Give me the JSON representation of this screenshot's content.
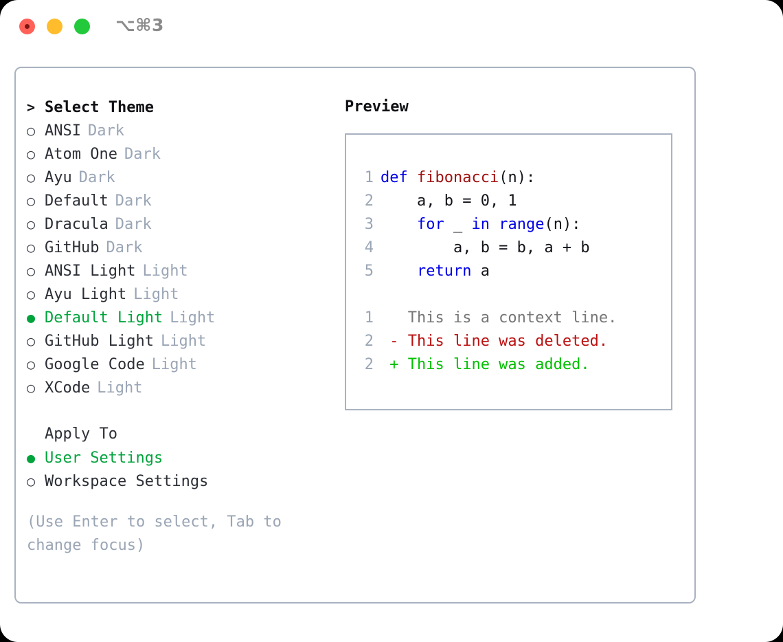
{
  "titlebar": {
    "shortcut": "⌥⌘3",
    "buttons": [
      "close",
      "minimize",
      "zoom"
    ]
  },
  "theme_picker": {
    "header_marker": ">",
    "header_label": "Select Theme",
    "marker_unselected": "○",
    "marker_selected": "●",
    "items": [
      {
        "label": "ANSI",
        "tag": "Dark",
        "selected": false
      },
      {
        "label": "Atom One",
        "tag": "Dark",
        "selected": false
      },
      {
        "label": "Ayu",
        "tag": "Dark",
        "selected": false
      },
      {
        "label": "Default",
        "tag": "Dark",
        "selected": false
      },
      {
        "label": "Dracula",
        "tag": "Dark",
        "selected": false
      },
      {
        "label": "GitHub",
        "tag": "Dark",
        "selected": false
      },
      {
        "label": "ANSI Light",
        "tag": "Light",
        "selected": false
      },
      {
        "label": "Ayu Light",
        "tag": "Light",
        "selected": false
      },
      {
        "label": "Default Light",
        "tag": "Light",
        "selected": true
      },
      {
        "label": "GitHub Light",
        "tag": "Light",
        "selected": false
      },
      {
        "label": "Google Code",
        "tag": "Light",
        "selected": false
      },
      {
        "label": "XCode",
        "tag": "Light",
        "selected": false
      }
    ]
  },
  "apply_to": {
    "title": "Apply To",
    "options": [
      {
        "label": "User Settings",
        "selected": true
      },
      {
        "label": "Workspace Settings",
        "selected": false
      }
    ]
  },
  "hint": "(Use Enter to select, Tab to change focus)",
  "preview": {
    "title": "Preview",
    "code": [
      {
        "num": "1",
        "tokens": [
          {
            "t": "def ",
            "c": "kw"
          },
          {
            "t": "fibonacci",
            "c": "fn"
          },
          {
            "t": "(n):",
            "c": "plain"
          }
        ]
      },
      {
        "num": "2",
        "tokens": [
          {
            "t": "    a, b = 0, 1",
            "c": "plain"
          }
        ]
      },
      {
        "num": "3",
        "tokens": [
          {
            "t": "    ",
            "c": "plain"
          },
          {
            "t": "for",
            "c": "kw"
          },
          {
            "t": " _ ",
            "c": "plain"
          },
          {
            "t": "in",
            "c": "kw"
          },
          {
            "t": " ",
            "c": "plain"
          },
          {
            "t": "range",
            "c": "kw"
          },
          {
            "t": "(n):",
            "c": "plain"
          }
        ]
      },
      {
        "num": "4",
        "tokens": [
          {
            "t": "        a, b = b, a + b",
            "c": "plain"
          }
        ]
      },
      {
        "num": "5",
        "tokens": [
          {
            "t": "    ",
            "c": "plain"
          },
          {
            "t": "return",
            "c": "kw"
          },
          {
            "t": " a",
            "c": "plain"
          }
        ]
      }
    ],
    "diff": [
      {
        "num": "1",
        "sign": " ",
        "text": "This is a context line.",
        "kind": "ctx"
      },
      {
        "num": "2",
        "sign": "-",
        "text": "This line was deleted.",
        "kind": "del"
      },
      {
        "num": "2",
        "sign": "+",
        "text": "This line was added.",
        "kind": "add"
      }
    ]
  },
  "colors": {
    "accent_green": "#00a33c",
    "muted": "#9aa5b5",
    "border": "#a9b2c0",
    "keyword": "#0000e6",
    "function": "#a11010",
    "diff_added": "#00c000",
    "diff_deleted": "#bb1111"
  }
}
